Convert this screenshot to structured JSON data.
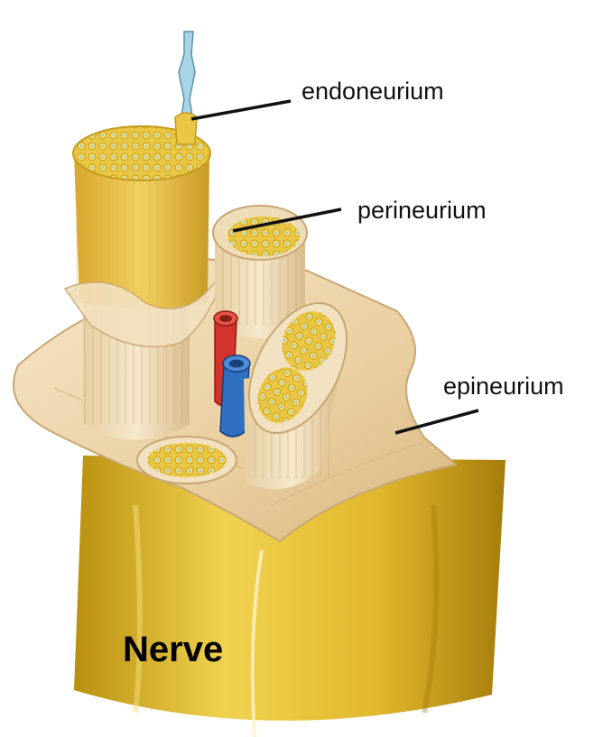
{
  "labels": {
    "endoneurium": "endoneurium",
    "perineurium": "perineurium",
    "epineurium": "epineurium",
    "nerve": "Nerve"
  },
  "colors": {
    "nerve_yellow": "#e6bf3a",
    "sheath": "#ecd5ac",
    "fascicle_core": "#e8c84a",
    "artery": "#d2342b",
    "vein": "#2e6fc0",
    "axon": "#a9d4e8",
    "leader_line": "#111111"
  }
}
